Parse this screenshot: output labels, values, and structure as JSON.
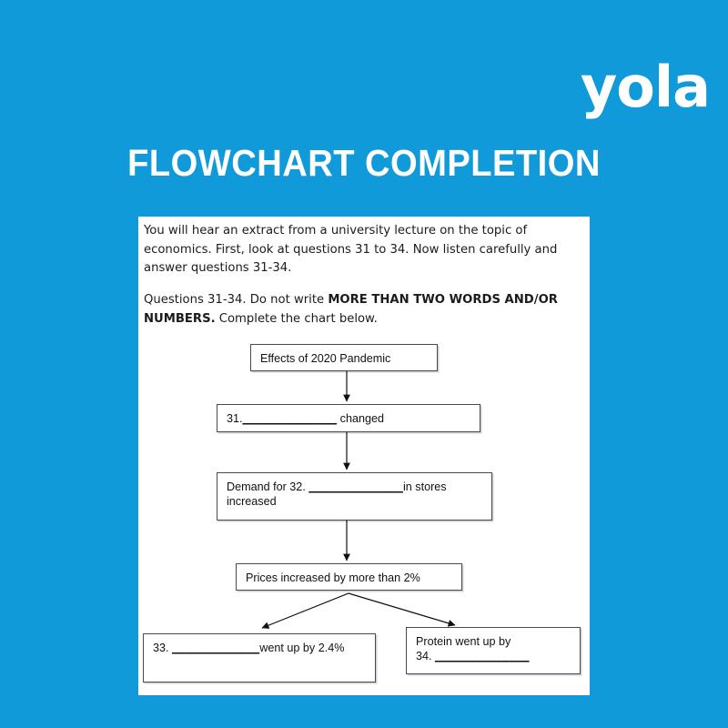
{
  "brand": {
    "logo_text": "yola"
  },
  "headline": {
    "title": "FLOWCHART COMPLETION"
  },
  "colors": {
    "background_blue": "#119AD9",
    "panel_white": "#FFFFFF",
    "text_dark": "#1B1B1B",
    "box_border": "#4A4A4A"
  },
  "worksheet": {
    "intro": {
      "line1": "You will hear an extract from a university lecture on the topic of",
      "line2": "economics. First, look at questions 31 to 34. Now listen carefully and",
      "line3": "answer questions 31-34.",
      "full": "You will hear an extract from a university lecture on the topic of economics. First, look at questions 31 to 34. Now listen carefully and answer questions 31-34."
    },
    "instruction": {
      "prefix": "Questions 31-34.  Do not write ",
      "emphasis": "MORE THAN TWO WORDS AND/OR NUMBERS.",
      "suffix": " Complete the chart below.",
      "full": "Questions 31-34.  Do not write MORE THAN TWO WORDS AND/OR NUMBERS. Complete the chart below."
    }
  },
  "chart_data": {
    "type": "diagram",
    "title": "Effects of 2020 Pandemic",
    "nodes": [
      {
        "id": "title",
        "label": "Effects of 2020 Pandemic",
        "question": null,
        "level": 0
      },
      {
        "id": "q31",
        "label": "31.______________ changed",
        "question": 31,
        "level": 1,
        "prefix": "31.",
        "blank": "______________",
        "suffix": " changed"
      },
      {
        "id": "q32",
        "label": "Demand for 32. ______________in  stores increased",
        "question": 32,
        "level": 2,
        "prefix": "Demand for 32. ",
        "blank": "______________",
        "suffix": "in  stores increased"
      },
      {
        "id": "prices",
        "label": "Prices increased by more than 2%",
        "question": null,
        "level": 3
      },
      {
        "id": "q33",
        "label": "33. _____________went  up by 2.4%",
        "question": 33,
        "level": 4,
        "prefix": "33. ",
        "blank": "_____________",
        "suffix": "went  up by 2.4%"
      },
      {
        "id": "q34",
        "label": "Protein went up by 34. ______________",
        "question": 34,
        "level": 4,
        "line1": "Protein went up by",
        "prefix": "34. ",
        "blank": "______________",
        "suffix": ""
      }
    ],
    "edges": [
      {
        "from": "title",
        "to": "q31",
        "style": "arrow-down"
      },
      {
        "from": "q31",
        "to": "q32",
        "style": "arrow-down"
      },
      {
        "from": "q32",
        "to": "prices",
        "style": "arrow-down"
      },
      {
        "from": "prices",
        "to": "q33",
        "style": "arrow-diagonal-left"
      },
      {
        "from": "prices",
        "to": "q34",
        "style": "arrow-diagonal-right"
      }
    ]
  }
}
